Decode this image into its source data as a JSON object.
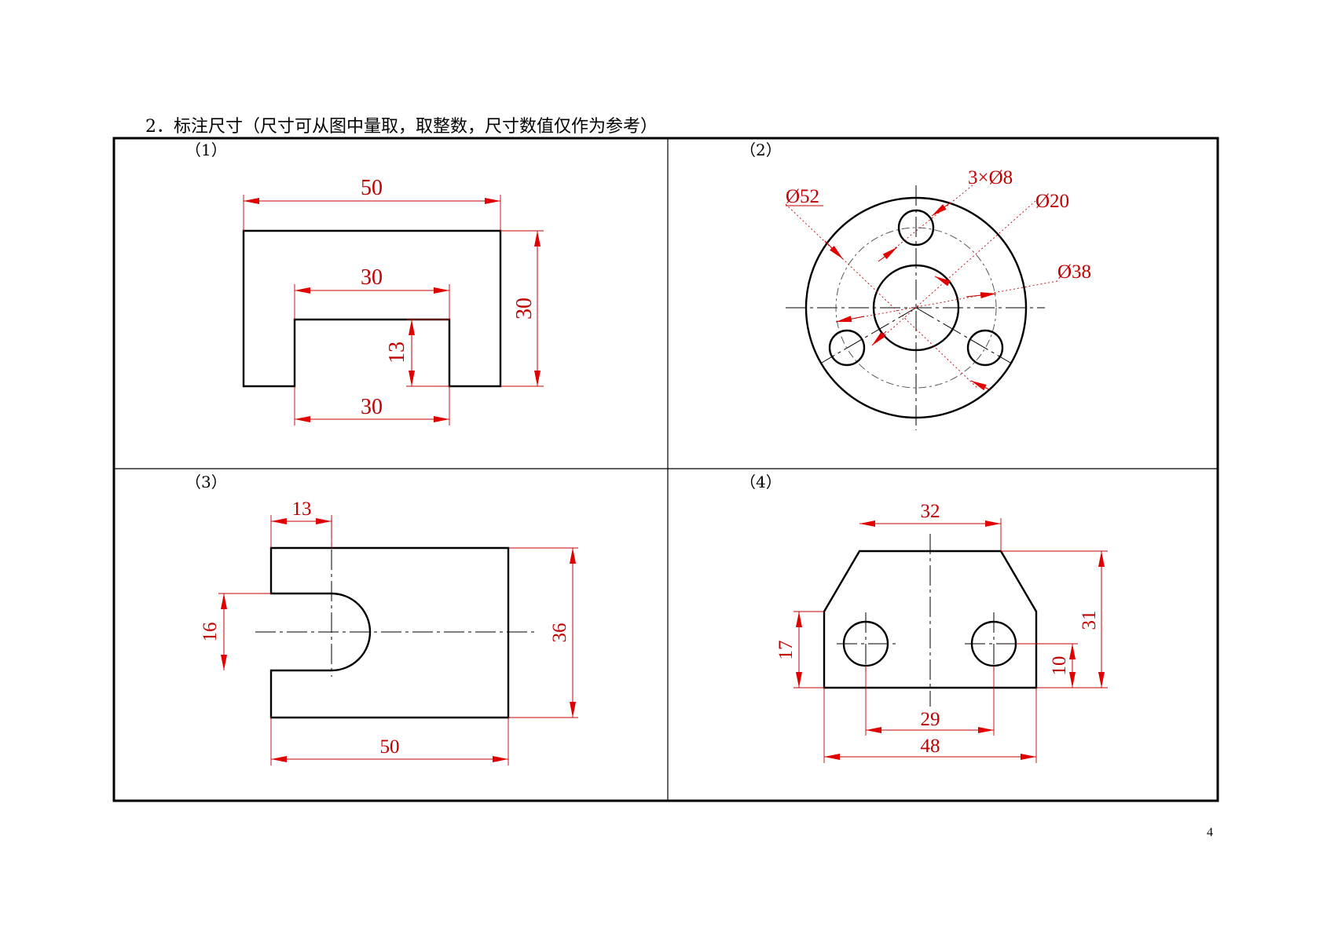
{
  "heading": "2．标注尺寸（尺寸可从图中量取，取整数，尺寸数值仅作为参考）",
  "page_number": "4",
  "panels": [
    {
      "label": "（1）",
      "dims": [
        "50",
        "30",
        "30",
        "13",
        "30"
      ]
    },
    {
      "label": "（2）",
      "dims": [
        "3×Ø8",
        "Ø52",
        "Ø20",
        "Ø38"
      ]
    },
    {
      "label": "（3）",
      "dims": [
        "13",
        "16",
        "36",
        "50"
      ]
    },
    {
      "label": "（4）",
      "dims": [
        "32",
        "17",
        "31",
        "10",
        "29",
        "48"
      ]
    }
  ],
  "colors": {
    "dimension": "#c00000",
    "outline": "#000000"
  }
}
